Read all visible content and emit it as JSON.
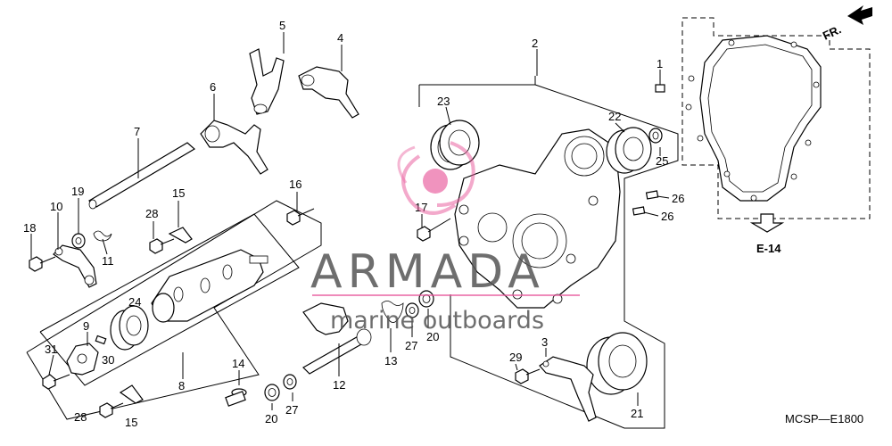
{
  "diagram": {
    "code": "MCSP—E1800",
    "front_indicator": "FR.",
    "reference": "E-14",
    "callouts": {
      "c1": "1",
      "c2": "2",
      "c3": "3",
      "c4": "4",
      "c5": "5",
      "c6": "6",
      "c7": "7",
      "c8": "8",
      "c9": "9",
      "c10": "10",
      "c11": "11",
      "c12": "12",
      "c13": "13",
      "c14": "14",
      "c15a": "15",
      "c15b": "15",
      "c16": "16",
      "c17": "17",
      "c18": "18",
      "c19": "19",
      "c20a": "20",
      "c20b": "20",
      "c21": "21",
      "c22": "22",
      "c23": "23",
      "c24": "24",
      "c25": "25",
      "c26a": "26",
      "c26b": "26",
      "c27a": "27",
      "c27b": "27",
      "c28a": "28",
      "c28b": "28",
      "c29": "29",
      "c30": "30",
      "c31": "31"
    }
  },
  "watermark": {
    "title": "ARMADA",
    "subtitle": "marine outboards",
    "brand_color": "#e8569a"
  }
}
